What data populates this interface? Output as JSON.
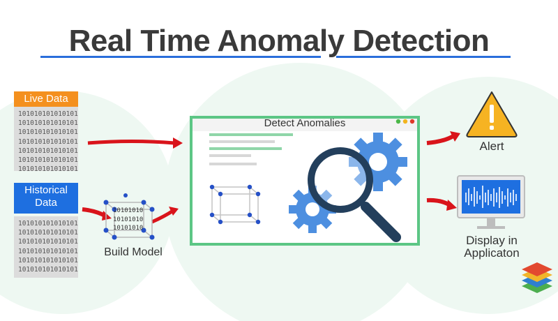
{
  "title": "Real Time Anomaly Detection",
  "inputs": {
    "live_label": "Live Data",
    "historical_label": "Historical Data",
    "binary_live": "101010101010101\n101010101010101\n101010101010101\n101010101010101\n101010101010101\n101010101010101\n101010101010101",
    "binary_historical": "101010101010101\n101010101010101\n101010101010101\n101010101010101\n101010101010101\n101010101010101"
  },
  "build_model": {
    "label": "Build Model",
    "binary": "10101010\n10101010\n10101010"
  },
  "detect_window": {
    "title": "Detect Anomalies"
  },
  "outputs": {
    "alert_label": "Alert",
    "display_label_line1": "Display in",
    "display_label_line2": "Applicaton"
  },
  "colors": {
    "live_tag": "#f4901e",
    "historical_tag": "#1e6fe0",
    "arrow": "#d9141b",
    "window_border": "#5cc685",
    "gear": "#4d8fe0",
    "magnifier": "#233f5c",
    "alert": "#f6b322",
    "node": "#2550c7",
    "circle_bg": "#eef8f2"
  },
  "icons": {
    "alert": "warning-triangle-icon",
    "monitor": "monitor-icon",
    "gears": "gears-icon",
    "magnifier": "magnifier-icon",
    "layers": "stacked-layers-icon",
    "cube": "wireframe-cube-icon"
  }
}
